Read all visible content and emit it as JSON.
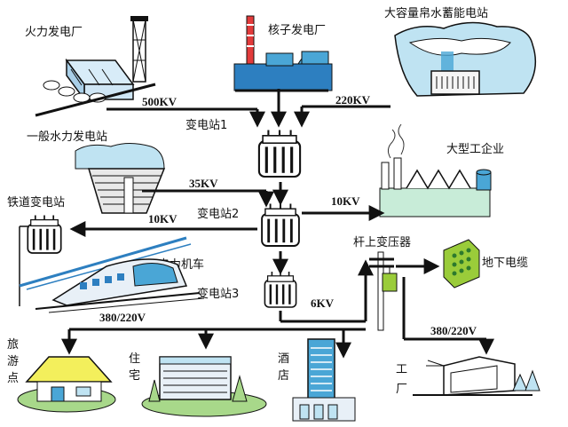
{
  "nodes": {
    "thermal_plant": "火力发电厂",
    "nuclear_plant": "核子发电厂",
    "pumped_storage": "大容量帛水蓄能电站",
    "hydro_plant": "一般水力发电站",
    "substation1": "变电站1",
    "substation2": "变电站2",
    "substation3": "变电站3",
    "railway_substation": "铁道变电站",
    "large_industry": "大型工企业",
    "pole_transformer": "杆上变压器",
    "underground_cable": "地下电缆",
    "electric_locomotive": "电力机车",
    "tourist_spot": [
      "旅",
      "游",
      "点"
    ],
    "residence": [
      "住",
      "宅"
    ],
    "hotel": [
      "酒",
      "店"
    ],
    "factory": [
      "工",
      "厂"
    ]
  },
  "voltages": {
    "v500": "500KV",
    "v220": "220KV",
    "v35": "35KV",
    "v10_hydro": "10KV",
    "v10_industry": "10KV",
    "v6": "6KV",
    "v380_rail": "380/220V",
    "v380_pole": "380/220V"
  },
  "colors": {
    "sky": "#bfe3f2",
    "building_green": "#a8d88a",
    "building_blue": "#4aa6d6",
    "roof_yellow": "#f3ef5c",
    "industry_bg": "#c8ecd8"
  }
}
